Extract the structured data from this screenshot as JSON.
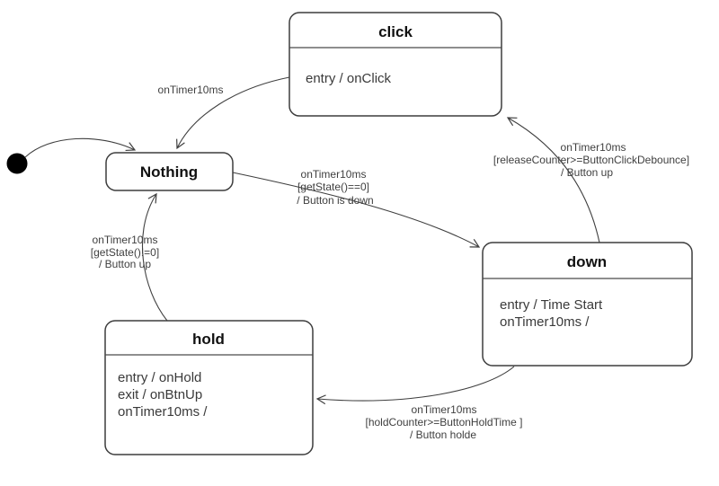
{
  "diagram": {
    "type": "uml-state-machine",
    "background_color": "#ffffff",
    "line_color": "#3f3f3f",
    "states": {
      "nothing": {
        "title": "Nothing",
        "body": []
      },
      "click": {
        "title": "click",
        "body": [
          "entry / onClick"
        ]
      },
      "down": {
        "title": "down",
        "body": [
          "entry / Time Start",
          "onTimer10ms /"
        ]
      },
      "hold": {
        "title": "hold",
        "body": [
          "entry / onHold",
          "exit / onBtnUp",
          "onTimer10ms /"
        ]
      }
    },
    "transitions": {
      "click_to_nothing": {
        "lines": [
          "onTimer10ms"
        ]
      },
      "nothing_to_down": {
        "lines": [
          "onTimer10ms",
          "[getState()==0]",
          "/ Button is down"
        ]
      },
      "down_to_click": {
        "lines": [
          "onTimer10ms",
          "[releaseCounter>=ButtonClickDebounce]",
          "/ Button up"
        ]
      },
      "hold_to_nothing": {
        "lines": [
          "onTimer10ms",
          "[getState()!=0]",
          "/ Button up"
        ]
      },
      "down_to_hold": {
        "lines": [
          "onTimer10ms",
          "[holdCounter>=ButtonHoldTime ]",
          "/ Button holde"
        ]
      }
    }
  }
}
